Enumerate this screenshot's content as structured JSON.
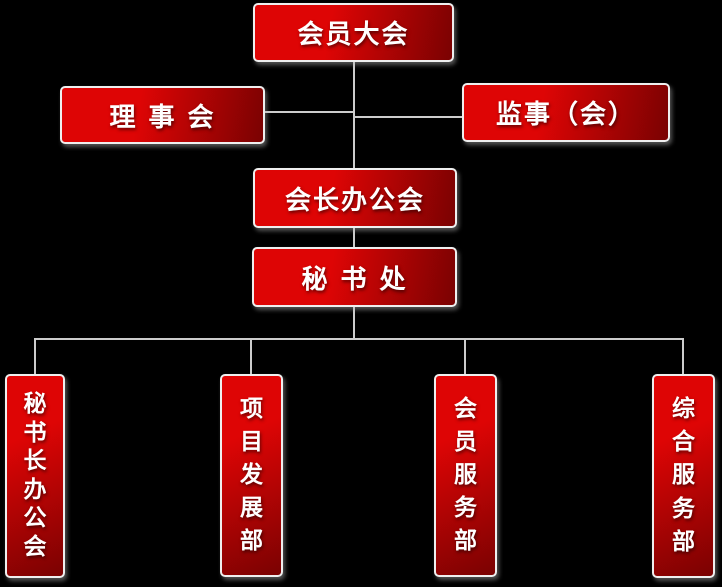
{
  "org_chart": {
    "nodes": {
      "members_assembly": {
        "label": "会员大会"
      },
      "board_of_directors": {
        "label": "理 事 会"
      },
      "supervisory_board": {
        "label": "监事（会）"
      },
      "presidents_office": {
        "label": "会长办公会"
      },
      "secretariat": {
        "label": "秘 书 处"
      },
      "sg_office": {
        "label": "秘书长办公会"
      },
      "project_dev_dept": {
        "label": "项目发展部"
      },
      "member_service_dept": {
        "label": "会员服务部"
      },
      "general_service_dept": {
        "label": "综合服务部"
      }
    },
    "colors": {
      "box_red_bright": "#de0505",
      "box_red_dark": "#7a0202",
      "box_border": "#efefef",
      "connector": "#cccccc",
      "text": "#ffffff",
      "background": "#000000"
    }
  }
}
